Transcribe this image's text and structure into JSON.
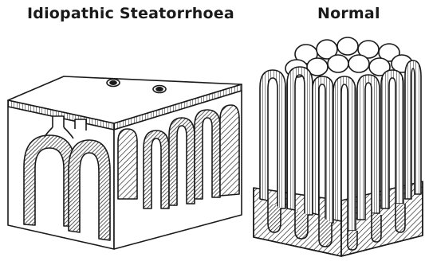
{
  "figure": {
    "panels": [
      {
        "id": "steatorrhoea",
        "label": "Idiopathic Steatorrhoea"
      },
      {
        "id": "normal",
        "label": "Normal"
      }
    ],
    "colors": {
      "ink": "#1a1a1a",
      "paper": "#ffffff",
      "hatch": "#1a1a1a"
    }
  }
}
